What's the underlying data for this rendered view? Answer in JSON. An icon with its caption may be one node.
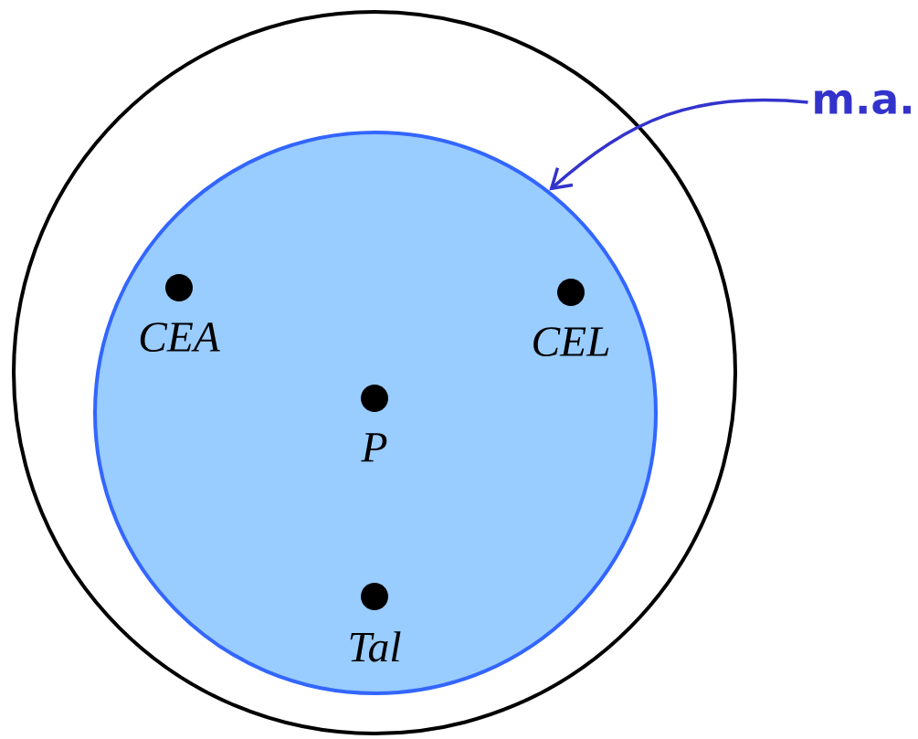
{
  "diagram": {
    "nodes": [
      {
        "text": [],
        "shape": "circle"
      },
      {
        "text": [],
        "shape": "circle",
        "in": 0
      },
      {
        "text": [
          "CEA"
        ],
        "in": 1
      },
      {
        "text": [
          "CEL"
        ],
        "in": 1
      },
      {
        "text": [
          "P"
        ],
        "in": 1
      },
      {
        "text": [
          "Tal"
        ],
        "in": 1
      },
      {
        "text": [
          "m.a."
        ]
      }
    ],
    "edges": [
      {
        "from": 6,
        "to": 1,
        "arrow": "to",
        "color": "#3333cc"
      }
    ]
  }
}
